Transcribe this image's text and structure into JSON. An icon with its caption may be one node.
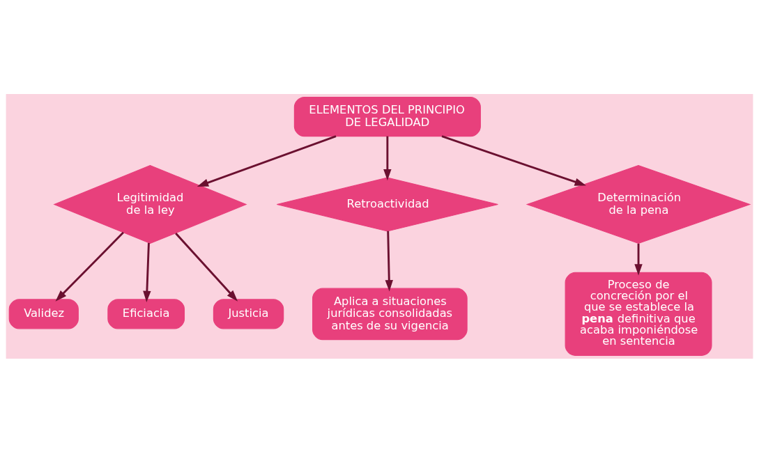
{
  "diagram": {
    "nodes": [
      {
        "text": [
          "ELEMENTOS DEL PRINCIPIO DE LEGALIDAD"
        ]
      },
      {
        "text": [
          "Legitimidad de la ley"
        ]
      },
      {
        "text": [
          "Retroactividad"
        ]
      },
      {
        "text": [
          "Determinación de la pena"
        ]
      },
      {
        "text": [
          "Validez"
        ]
      },
      {
        "text": [
          "Eficiacia"
        ]
      },
      {
        "text": [
          "Justicia"
        ]
      },
      {
        "text": [
          "Aplica a situaciones jurídicas consolidadas antes de su vigencia"
        ]
      },
      {
        "text": [
          "Proceso de concreción por el que se establece la **pena** definitiva que acaba imponiéndose en sentencia"
        ]
      }
    ],
    "edges": [
      {
        "from": 0,
        "to": 1,
        "arrow": "to"
      },
      {
        "from": 0,
        "to": 2,
        "arrow": "to"
      },
      {
        "from": 0,
        "to": 3,
        "arrow": "to"
      },
      {
        "from": 1,
        "to": 4,
        "arrow": "to"
      },
      {
        "from": 1,
        "to": 5,
        "arrow": "to"
      },
      {
        "from": 1,
        "to": 6,
        "arrow": "to"
      },
      {
        "from": 2,
        "to": 7,
        "arrow": "to"
      },
      {
        "from": 3,
        "to": 8,
        "arrow": "to"
      }
    ]
  }
}
